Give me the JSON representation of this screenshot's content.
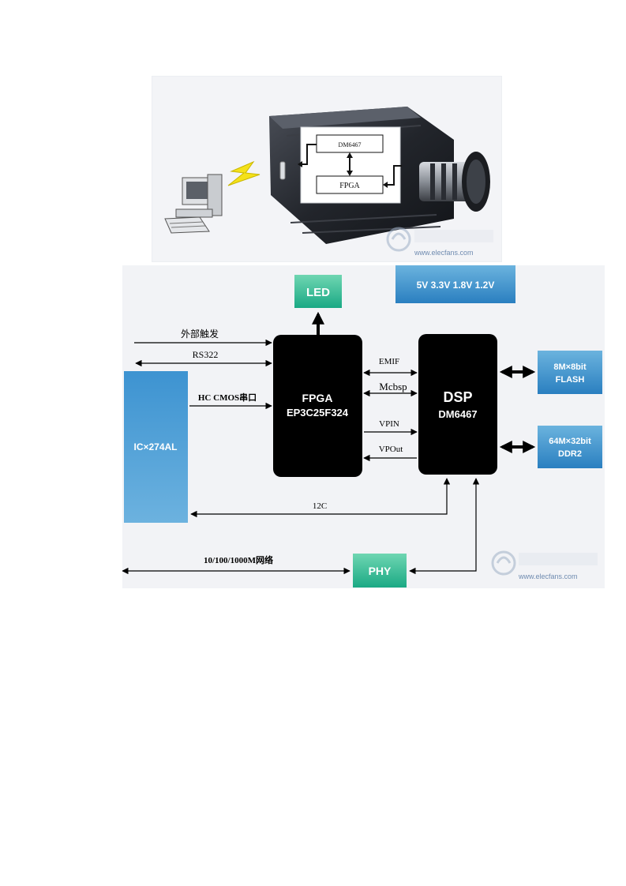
{
  "photo": {
    "chip_dsp": "DM6467",
    "chip_fpga": "FPGA",
    "watermark_url": "www.elecfans.com"
  },
  "diagram": {
    "led": "LED",
    "power": "5V 3.3V 1.8V 1.2V",
    "fpga_line1": "FPGA",
    "fpga_line2": "EP3C25F324",
    "dsp_line1": "DSP",
    "dsp_line2": "DM6467",
    "flash_line1": "8M×8bit",
    "flash_line2": "FLASH",
    "ddr_line1": "64M×32bit",
    "ddr_line2": "DDR2",
    "sensor": "IC×274AL",
    "phy": "PHY",
    "sig_trigger": "外部触发",
    "sig_rs": "RS322",
    "sig_hc": "HC CMOS串口",
    "sig_emif": "EMIF",
    "sig_mcbsp": "Mcbsp",
    "sig_vpin": "VPIN",
    "sig_vpout": "VPOut",
    "sig_i2c": "12C",
    "sig_net": "10/100/1000M网络",
    "watermark_url": "www.elecfans.com"
  },
  "colors": {
    "block_dark": "#000000",
    "block_blue_top": "#6bb3de",
    "block_blue_bottom": "#2a7fc0",
    "block_green_top": "#6fd6b2",
    "block_green_bottom": "#1aa984"
  }
}
